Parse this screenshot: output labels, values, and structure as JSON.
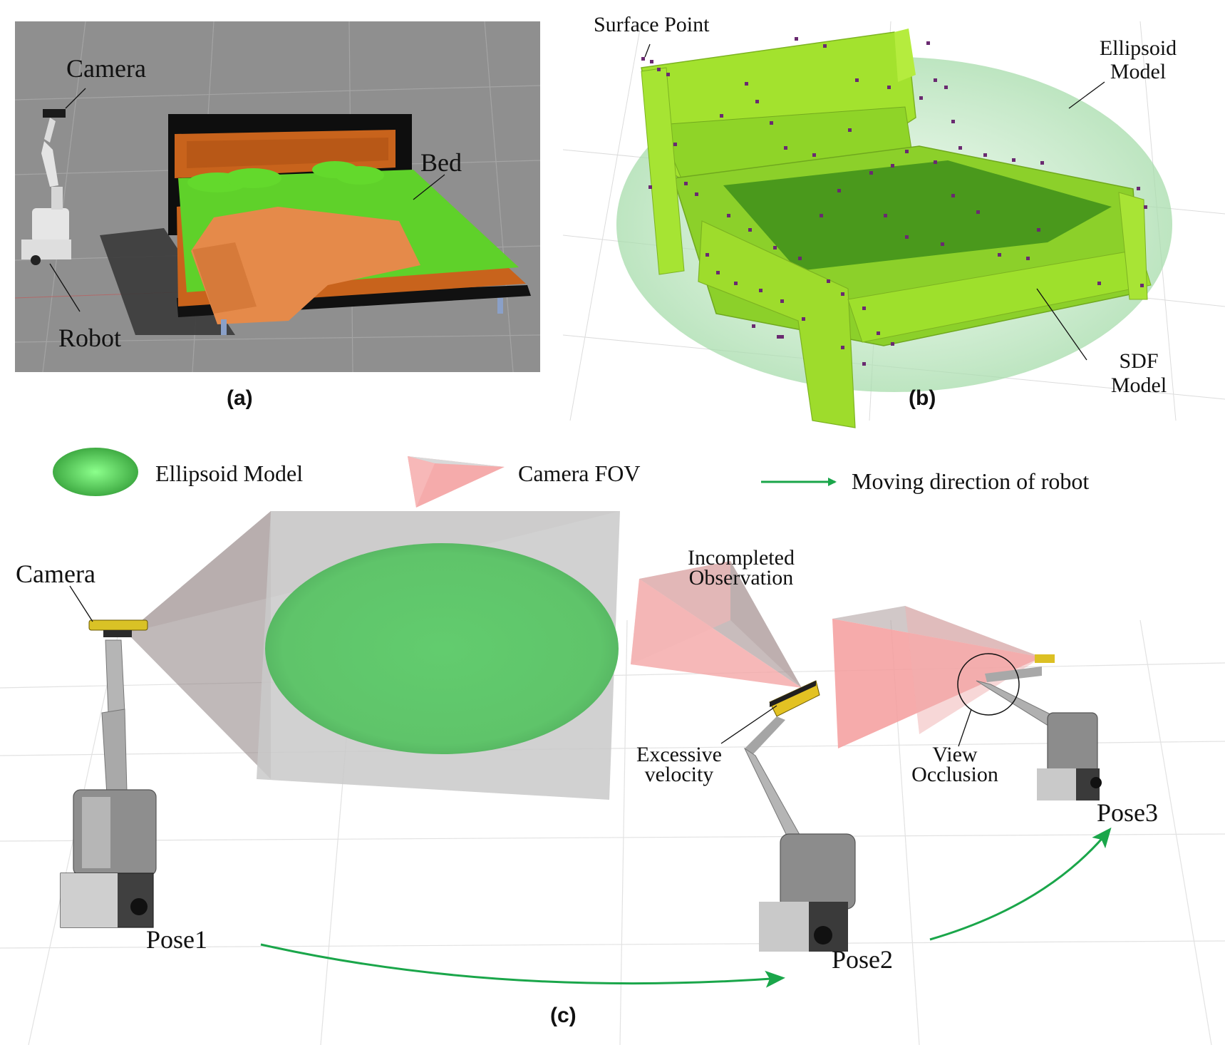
{
  "panel_a": {
    "caption": "(a)",
    "labels": {
      "camera": "Camera",
      "bed": "Bed",
      "robot": "Robot"
    }
  },
  "panel_b": {
    "caption": "(b)",
    "labels": {
      "surface_point": "Surface Point",
      "ellipsoid_model_line1": "Ellipsoid",
      "ellipsoid_model_line2": "Model",
      "sdf_model_line1": "SDF",
      "sdf_model_line2": "Model"
    }
  },
  "legend": {
    "ellipsoid_model": "Ellipsoid Model",
    "camera_fov": "Camera FOV",
    "moving_direction": "Moving direction of robot"
  },
  "panel_c": {
    "caption": "(c)",
    "labels": {
      "camera": "Camera",
      "incompleted_line1": "Incompleted",
      "incompleted_line2": "Observation",
      "excessive_line1": "Excessive",
      "excessive_line2": "velocity",
      "view_occlusion_line1": "View",
      "view_occlusion_line2": "Occlusion",
      "pose1": "Pose1",
      "pose2": "Pose2",
      "pose3": "Pose3"
    }
  },
  "colors": {
    "bed_green": "#5fd12a",
    "frame_orange": "#c8631c",
    "sim_grey": "#8f8f8f",
    "sdf_green": "#9ee02c",
    "ellipsoid_green": "#6fd36f",
    "fov_pink": "#f2a0a0",
    "arrow_green": "#1aa64a",
    "point_purple": "#6a2a70"
  }
}
